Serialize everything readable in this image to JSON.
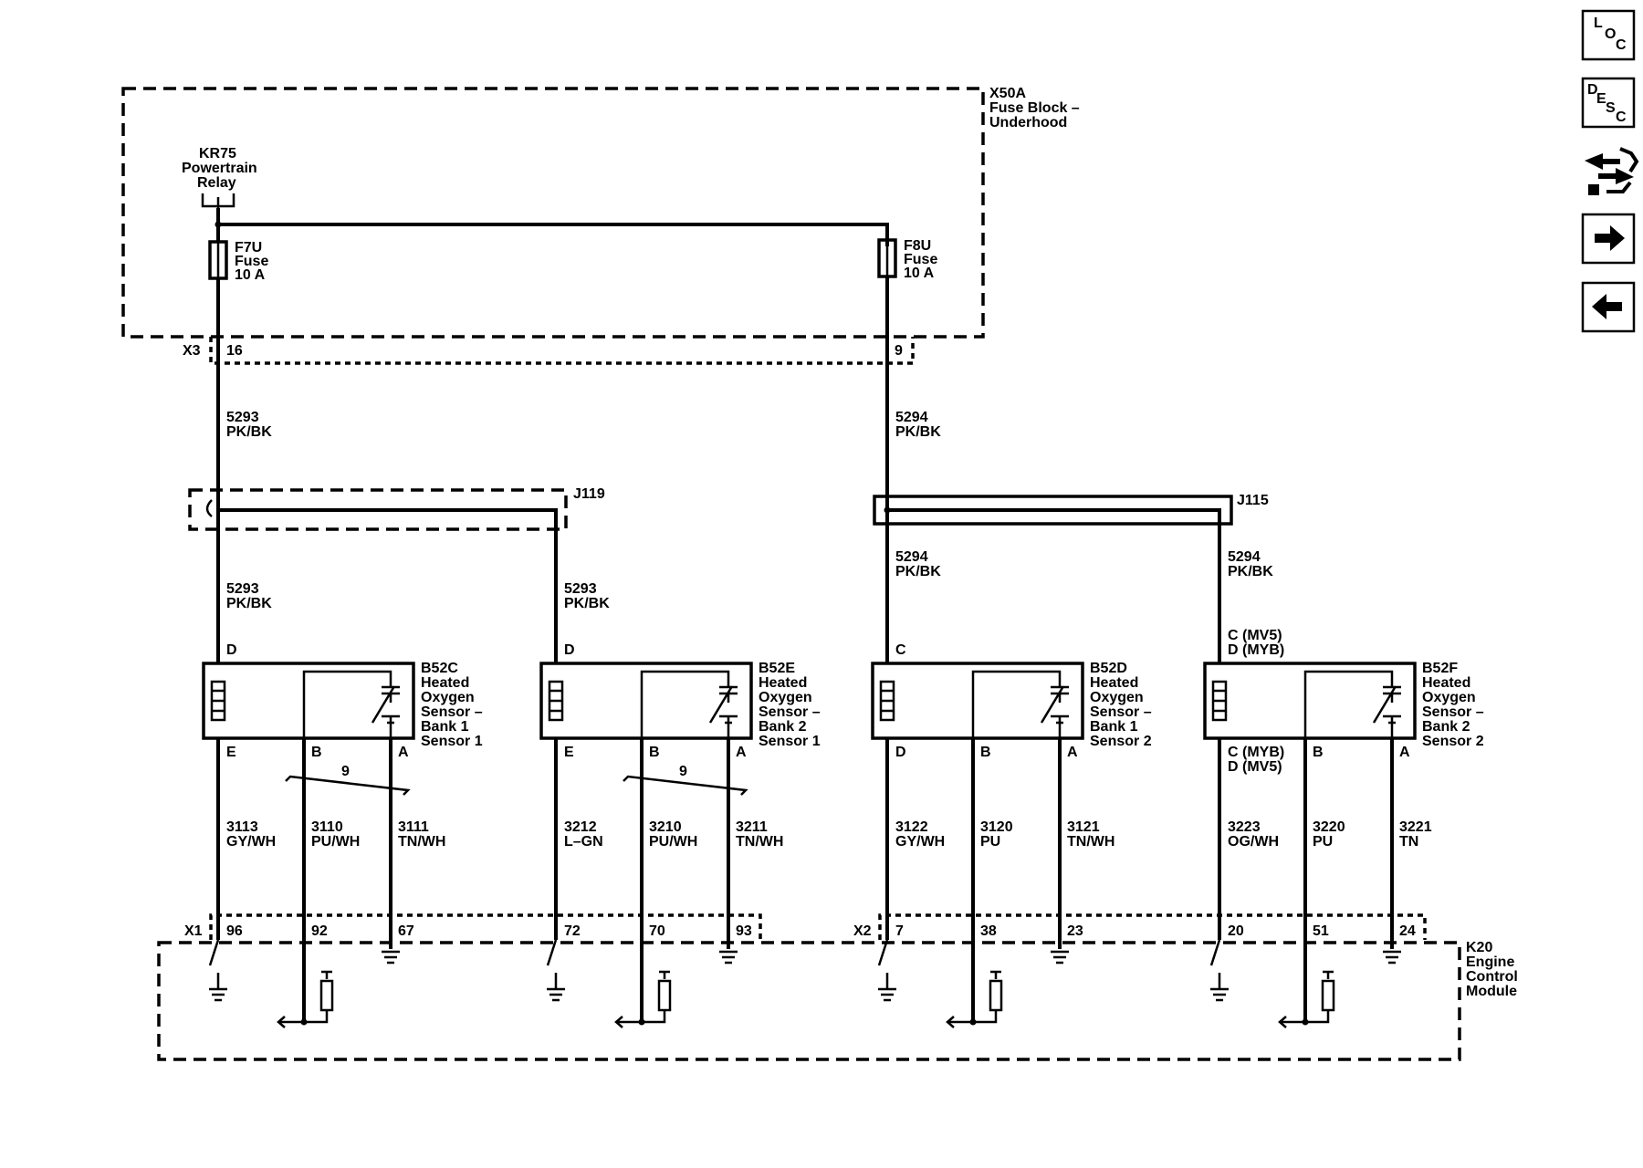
{
  "fuse_block": {
    "ref": "X50A",
    "name_l1": "Fuse Block –",
    "name_l2": "Underhood"
  },
  "relay": {
    "ref": "KR75",
    "name_l1": "Powertrain",
    "name_l2": "Relay"
  },
  "fuses": [
    {
      "ref": "F7U",
      "type": "Fuse",
      "rating": "10 A"
    },
    {
      "ref": "F8U",
      "type": "Fuse",
      "rating": "10 A"
    }
  ],
  "connectors": {
    "x3": "X3",
    "x3_pin_a": "16",
    "x3_pin_b": "9",
    "x1": "X1",
    "x2": "X2"
  },
  "upper_wires": [
    {
      "circuit": "5293",
      "color": "PK/BK"
    },
    {
      "circuit": "5294",
      "color": "PK/BK"
    }
  ],
  "splices": {
    "j119": "J119",
    "j115": "J115"
  },
  "mid_wires": [
    {
      "circuit": "5293",
      "color": "PK/BK"
    },
    {
      "circuit": "5293",
      "color": "PK/BK"
    },
    {
      "circuit": "5294",
      "color": "PK/BK"
    },
    {
      "circuit": "5294",
      "color": "PK/BK"
    }
  ],
  "sensors": [
    {
      "ref": "B52C",
      "l1": "Heated",
      "l2": "Oxygen",
      "l3": "Sensor –",
      "l4": "Bank 1",
      "l5": "Sensor 1",
      "top_pin": "D",
      "top_pin2": "",
      "pin_left": "E",
      "pin_left2": "",
      "pin_mid": "B",
      "pin_right": "A"
    },
    {
      "ref": "B52E",
      "l1": "Heated",
      "l2": "Oxygen",
      "l3": "Sensor –",
      "l4": "Bank 2",
      "l5": "Sensor 1",
      "top_pin": "D",
      "top_pin2": "",
      "pin_left": "E",
      "pin_left2": "",
      "pin_mid": "B",
      "pin_right": "A"
    },
    {
      "ref": "B52D",
      "l1": "Heated",
      "l2": "Oxygen",
      "l3": "Sensor –",
      "l4": "Bank 1",
      "l5": "Sensor 2",
      "top_pin": "C",
      "top_pin2": "",
      "pin_left": "D",
      "pin_left2": "",
      "pin_mid": "B",
      "pin_right": "A"
    },
    {
      "ref": "B52F",
      "l1": "Heated",
      "l2": "Oxygen",
      "l3": "Sensor –",
      "l4": "Bank 2",
      "l5": "Sensor 2",
      "top_pin": "C (MV5)",
      "top_pin2": "D (MYB)",
      "pin_left": "C (MYB)",
      "pin_left2": "D (MV5)",
      "pin_mid": "B",
      "pin_right": "A"
    }
  ],
  "twist_label": "9",
  "lower_wires": [
    [
      {
        "circuit": "3113",
        "color": "GY/WH"
      },
      {
        "circuit": "3110",
        "color": "PU/WH"
      },
      {
        "circuit": "3111",
        "color": "TN/WH"
      }
    ],
    [
      {
        "circuit": "3212",
        "color": "L–GN"
      },
      {
        "circuit": "3210",
        "color": "PU/WH"
      },
      {
        "circuit": "3211",
        "color": "TN/WH"
      }
    ],
    [
      {
        "circuit": "3122",
        "color": "GY/WH"
      },
      {
        "circuit": "3120",
        "color": "PU"
      },
      {
        "circuit": "3121",
        "color": "TN/WH"
      }
    ],
    [
      {
        "circuit": "3223",
        "color": "OG/WH"
      },
      {
        "circuit": "3220",
        "color": "PU"
      },
      {
        "circuit": "3221",
        "color": "TN"
      }
    ]
  ],
  "ecm_pins": [
    [
      "96",
      "92",
      "67"
    ],
    [
      "72",
      "70",
      "93"
    ],
    [
      "7",
      "38",
      "23"
    ],
    [
      "20",
      "51",
      "24"
    ]
  ],
  "ecm": {
    "ref": "K20",
    "l1": "Engine",
    "l2": "Control",
    "l3": "Module"
  },
  "nav": {
    "loc": [
      "L",
      "O",
      "C"
    ],
    "desc": [
      "D",
      "E",
      "S",
      "C"
    ]
  }
}
